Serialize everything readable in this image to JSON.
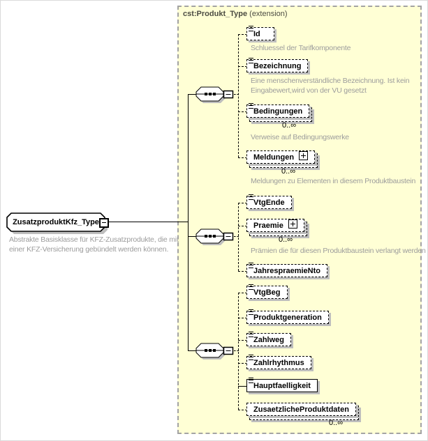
{
  "root": {
    "name": "ZusatzproduktKfz_Type",
    "annotation": "Abstrakte Basisklasse für KFZ-Zusatzprodukte, die mit einer KFZ-Versicherung gebündelt werden können.",
    "collapse_glyph": "−"
  },
  "extension": {
    "name": "cst:Produkt_Type",
    "label": " (extension)"
  },
  "groups": [
    {
      "compositor": "sequence",
      "children": [
        "Id",
        "Bezeichnung",
        "Bedingungen",
        "Meldungen"
      ]
    },
    {
      "compositor": "sequence",
      "children": [
        "VtgEnde",
        "Praemie",
        "JahrespraemieNto"
      ]
    },
    {
      "compositor": "sequence",
      "children": [
        "VtgBeg",
        "Produktgeneration",
        "Zahlweg",
        "Zahlrhythmus",
        "Hauptfaelligkeit",
        "ZusaetzlicheProduktdaten"
      ]
    }
  ],
  "elements": [
    {
      "name": "Id",
      "optional": true,
      "simple": true,
      "annotation": "Schluessel der Tarifkomponente"
    },
    {
      "name": "Bezeichnung",
      "optional": true,
      "simple": true,
      "annotation": "Eine menschenverständliche Bezeichnung. Ist kein Eingabewert,wird von der VU gesetzt"
    },
    {
      "name": "Bedingungen",
      "optional": true,
      "simple": true,
      "occurrence": "0..∞",
      "annotation": "Verweise auf Bedingungswerke"
    },
    {
      "name": "Meldungen",
      "optional": true,
      "expandable": true,
      "occurrence": "0..∞",
      "annotation": "Meldungen zu Elementen in diesem Produktbaustein"
    },
    {
      "name": "VtgEnde",
      "optional": true,
      "simple": true
    },
    {
      "name": "Praemie",
      "optional": true,
      "expandable": true,
      "occurrence": "0..∞",
      "annotation": "Prämien die für diesen Produktbaustein verlangt werden"
    },
    {
      "name": "JahrespraemieNto",
      "optional": true,
      "simple": true
    },
    {
      "name": "VtgBeg",
      "optional": true,
      "simple": true
    },
    {
      "name": "Produktgeneration",
      "optional": true,
      "simple": true
    },
    {
      "name": "Zahlweg",
      "optional": true,
      "simple": true
    },
    {
      "name": "Zahlrhythmus",
      "optional": true,
      "simple": true
    },
    {
      "name": "Hauptfaelligkeit",
      "optional": false,
      "simple": true
    },
    {
      "name": "ZusaetzlicheProduktdaten",
      "optional": true,
      "occurrence": "0..∞"
    }
  ],
  "icons": {
    "expand_glyph": "+",
    "collapse_glyph": "−",
    "compositor_icon": "sequence"
  },
  "colors": {
    "panel_bg": "#FFFFD5",
    "panel_border": "#A3A3A3",
    "annotation_text": "#9C9C9C",
    "title_text": "#4B4B42",
    "shadow": "#BEBEBE"
  }
}
